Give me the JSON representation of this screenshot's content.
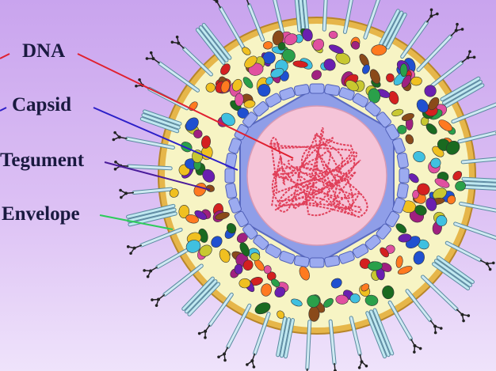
{
  "labels": [
    {
      "id": "dna",
      "text": "DNA",
      "color": "#e02030"
    },
    {
      "id": "capsid",
      "text": "Capsid",
      "color": "#2c1fc8"
    },
    {
      "id": "tegument",
      "text": "Tegument",
      "color": "#4a1b9a"
    },
    {
      "id": "envelope",
      "text": "Envelope",
      "color": "#2ecc5c"
    }
  ],
  "colors": {
    "envelope_ring": "#e6b64a",
    "envelope_inner": "#f7f4c4",
    "capsid": "#8f9ee8",
    "core": "#f5c4d8",
    "dna": "#e0405a",
    "glycoprotein": "#c0e8f0",
    "tegument_palette": [
      "#d42020",
      "#f0c020",
      "#6a1fb0",
      "#2aa04a",
      "#ff7a20",
      "#2050d0",
      "#8a4a1a",
      "#e050a0",
      "#40c0e0",
      "#1a6a20",
      "#a02080",
      "#c8c830"
    ]
  }
}
